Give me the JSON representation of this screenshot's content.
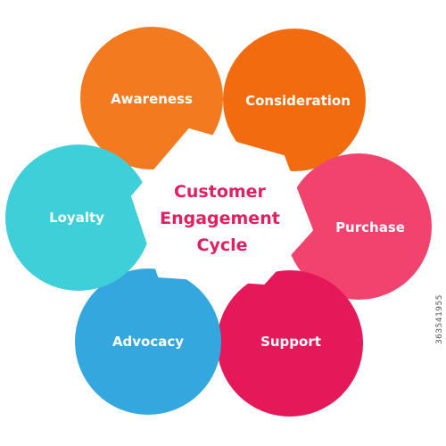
{
  "diagram": {
    "center": {
      "lines": [
        "Customer",
        "Engagement",
        "Cycle"
      ],
      "text_color": "#e0215f",
      "fill_color": "#ffffff"
    },
    "stages": [
      {
        "label": "Awareness",
        "color": "#f47a20"
      },
      {
        "label": "Consideration",
        "color": "#f26b0f"
      },
      {
        "label": "Purchase",
        "color": "#f2426e"
      },
      {
        "label": "Support",
        "color": "#e5185a"
      },
      {
        "label": "Advocacy",
        "color": "#34a8de"
      },
      {
        "label": "Loyalty",
        "color": "#3fcfd8"
      }
    ]
  },
  "watermark": "363541955"
}
